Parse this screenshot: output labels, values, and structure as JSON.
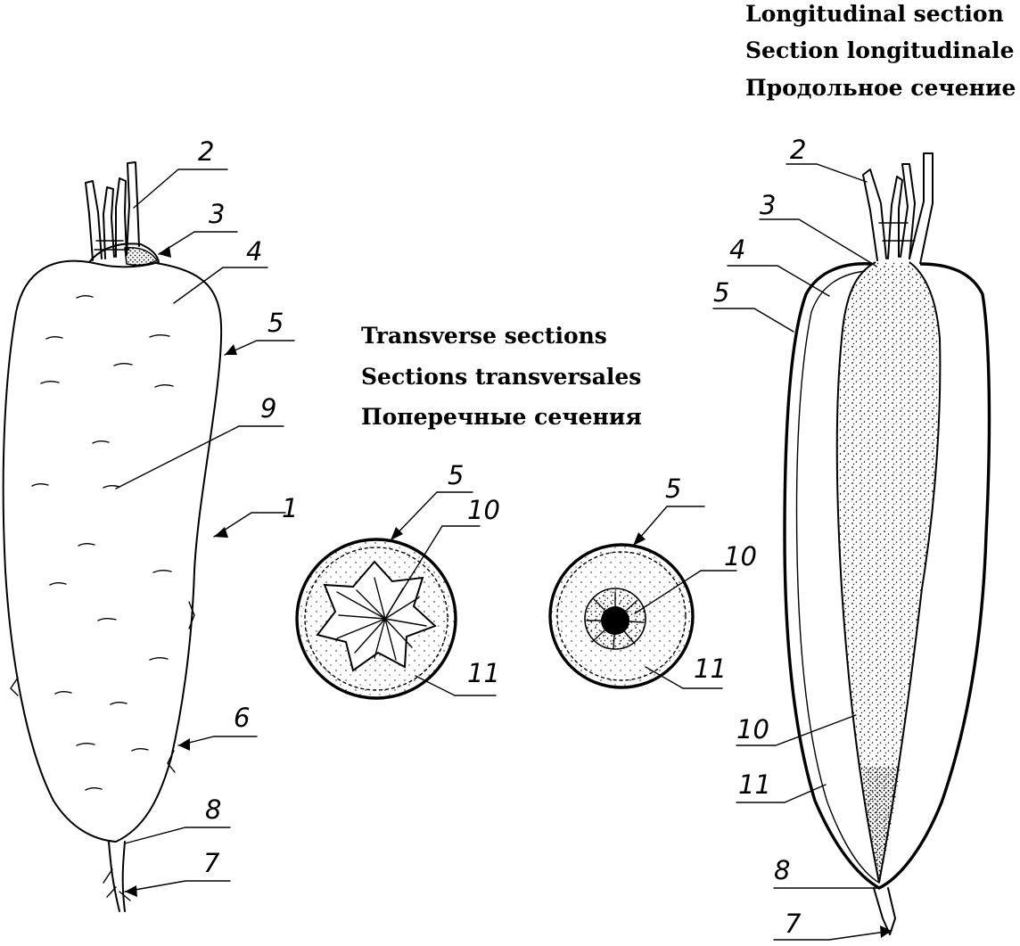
{
  "titles": {
    "longitudinal": [
      "Longitudinal section",
      "Section longitudinale",
      "Продольное сечение"
    ],
    "transverse": [
      "Transverse sections",
      "Sections transversales",
      "Поперечные сечения"
    ]
  },
  "labels": {
    "whole": {
      "l1": "1",
      "l2": "2",
      "l3": "3",
      "l4": "4",
      "l5": "5",
      "l6": "6",
      "l7": "7",
      "l8": "8",
      "l9": "9"
    },
    "cross_a": {
      "l5": "5",
      "l10": "10",
      "l11": "11"
    },
    "cross_b": {
      "l5": "5",
      "l10": "10",
      "l11": "11"
    },
    "long": {
      "l2": "2",
      "l3": "3",
      "l4": "4",
      "l5": "5",
      "l7": "7",
      "l8": "8",
      "l10": "10",
      "l11": "11"
    }
  }
}
